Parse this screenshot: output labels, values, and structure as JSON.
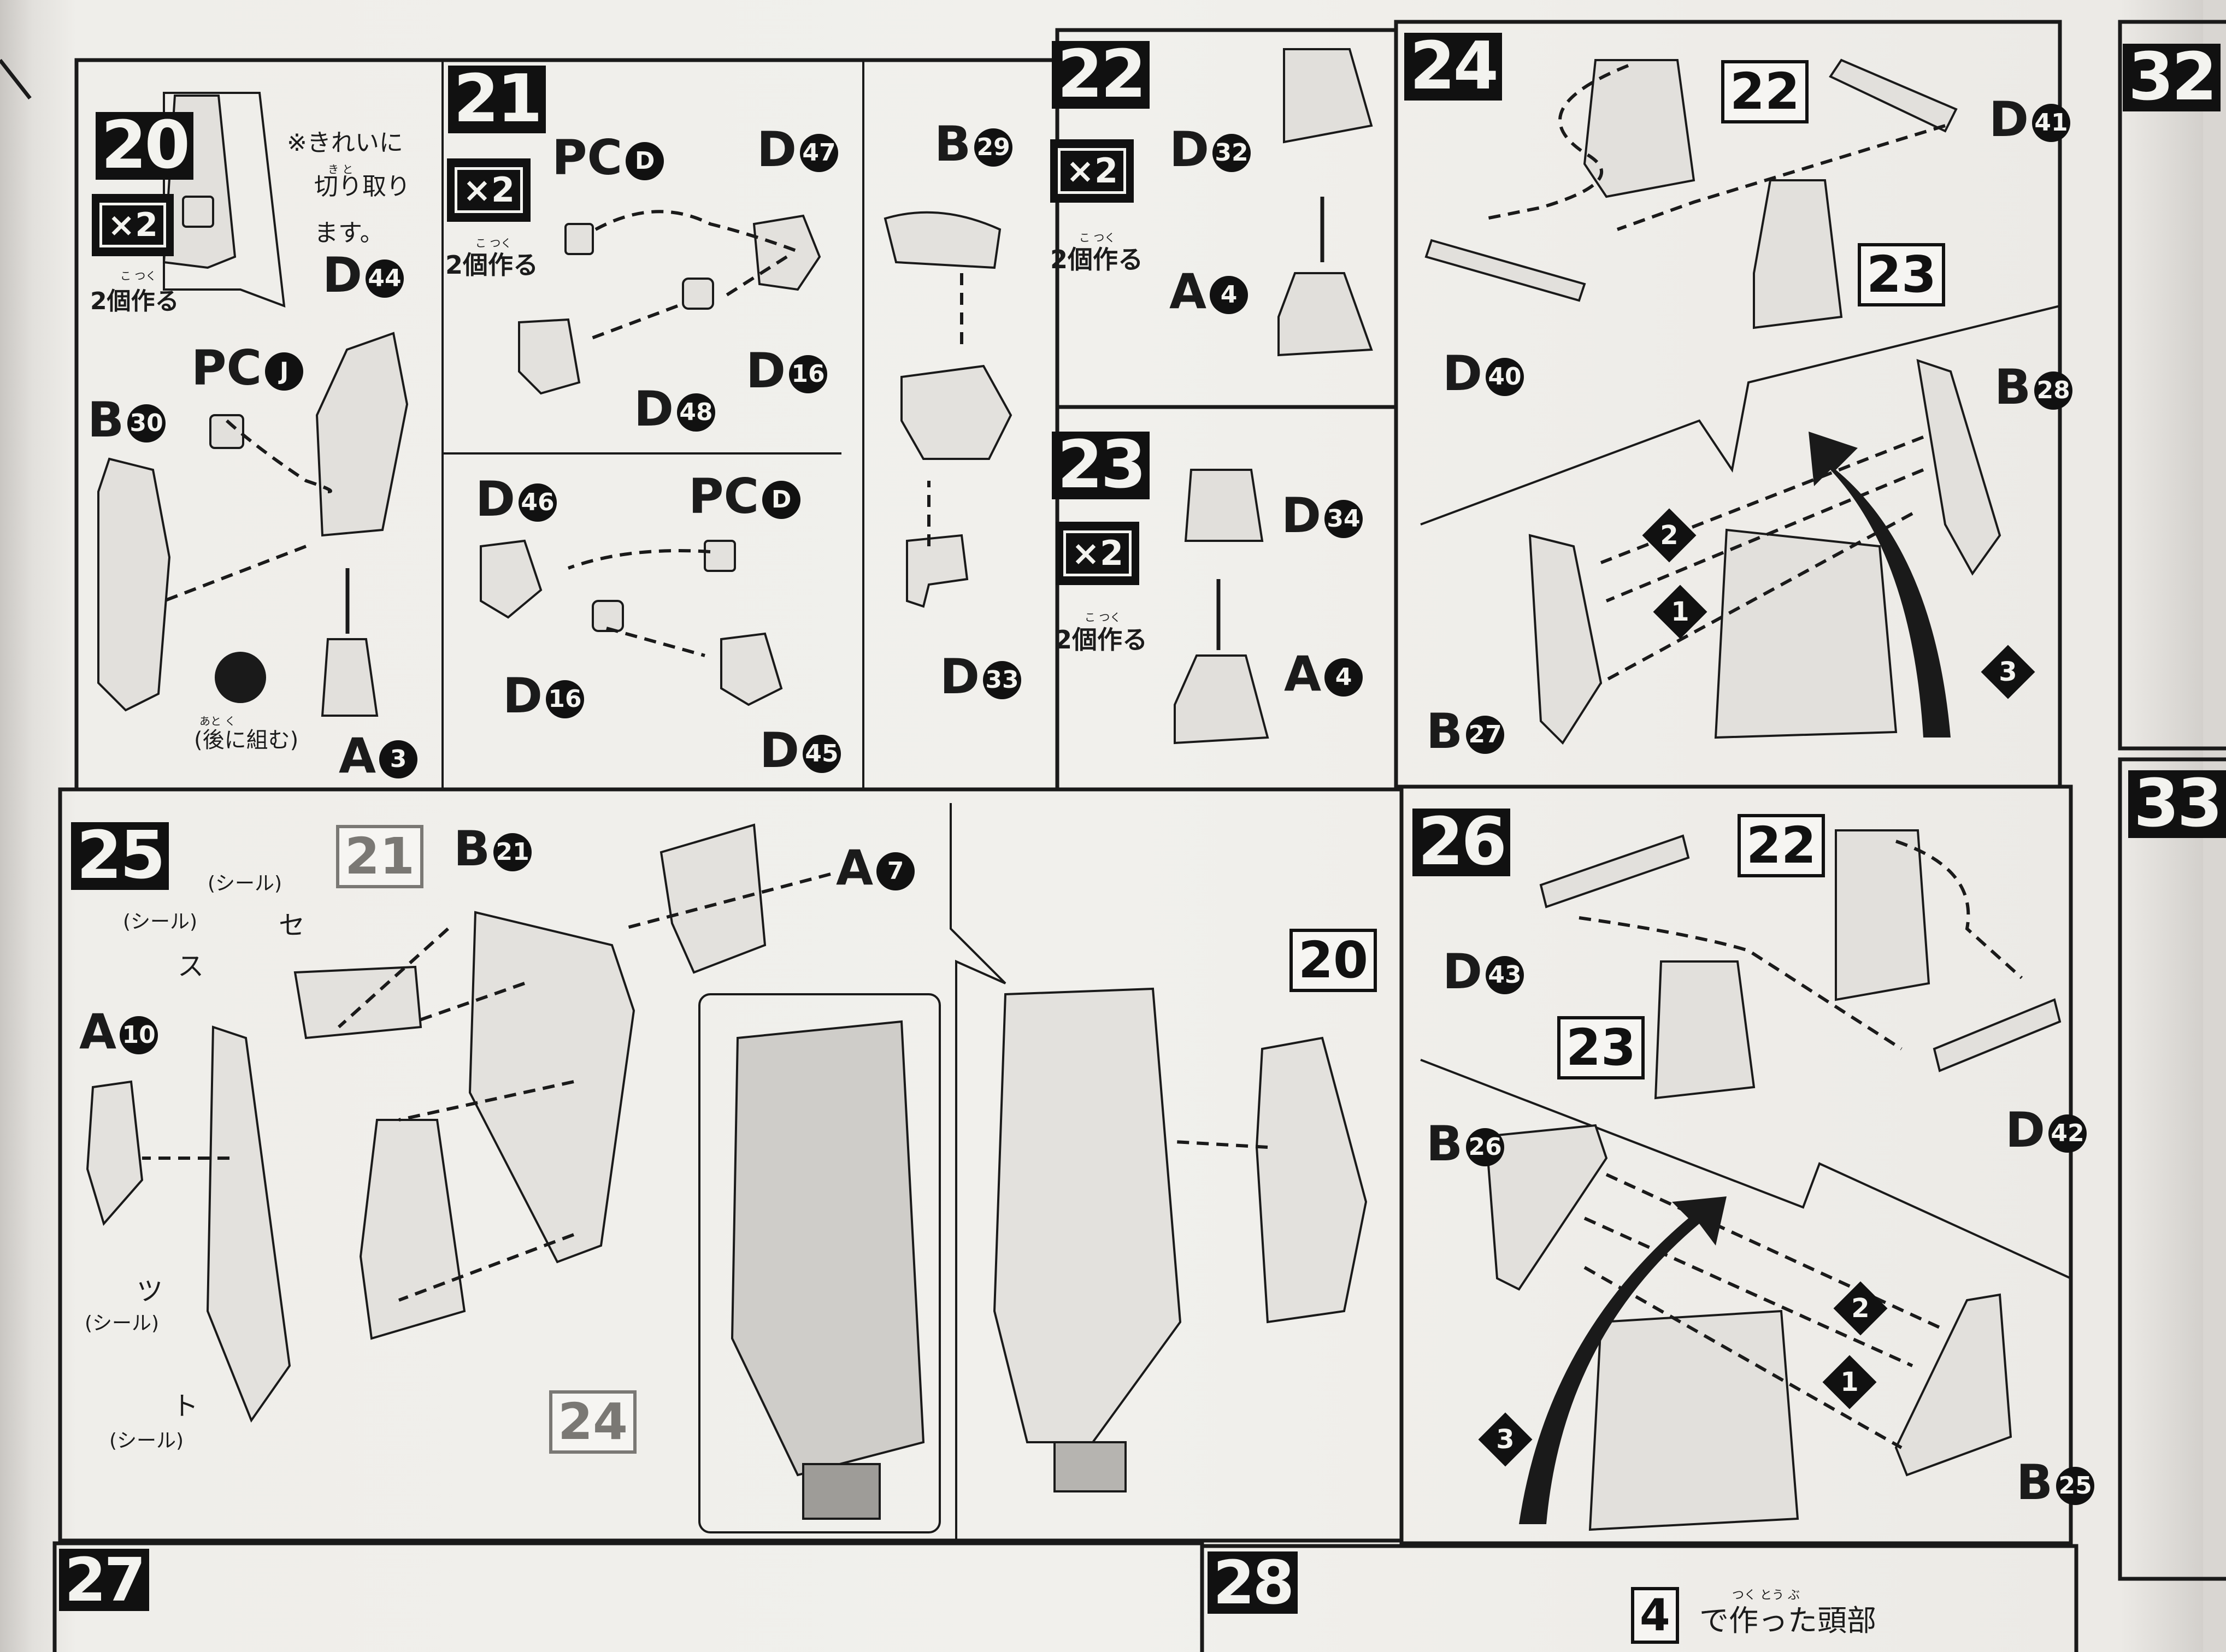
{
  "steps": {
    "s20": {
      "num": "20",
      "mult": "×2",
      "make": "2個作る",
      "ruby": "こ つく",
      "note1": "※きれいに",
      "note1_ruby": "き と",
      "note2": "切り取り",
      "note3": "ます。",
      "pc": "PC",
      "pc_letter": "J",
      "d": "D",
      "d_num": "44",
      "b": "B",
      "b_num": "30",
      "a": "A",
      "a_num": "3",
      "later": "(後に組む)",
      "later_ruby": "あと く"
    },
    "s21": {
      "num": "21",
      "mult": "×2",
      "make": "2個作る",
      "ruby": "こ つく",
      "pc1": "PC",
      "pc1_letter": "D",
      "d47": "47",
      "d16a": "16",
      "d48": "48",
      "d46": "46",
      "pc2": "PC",
      "pc2_letter": "D",
      "d16b": "16",
      "d45": "45",
      "b29": "29",
      "d33": "33",
      "d": "D",
      "b": "B"
    },
    "s22": {
      "num": "22",
      "mult": "×2",
      "make": "2個作る",
      "ruby": "こ つく",
      "d": "D",
      "d_num": "32",
      "a": "A",
      "a_num": "4"
    },
    "s23": {
      "num": "23",
      "mult": "×2",
      "make": "2個作る",
      "ruby": "こ つく",
      "d": "D",
      "d_num": "34",
      "a": "A",
      "a_num": "4"
    },
    "s24": {
      "num": "24",
      "ref22": "22",
      "ref23": "23",
      "d41": "41",
      "d40": "40",
      "b28": "28",
      "b27": "27",
      "d": "D",
      "b": "B",
      "seq1": "1",
      "seq2": "2",
      "seq3": "3"
    },
    "s25": {
      "num": "25",
      "ref21": "21",
      "ref20": "20",
      "ref24": "24",
      "b21": "21",
      "a7": "7",
      "a10": "10",
      "b": "B",
      "a": "A",
      "seal": "(シール)",
      "s_su": "ス",
      "s_se": "セ",
      "s_tsu": "ツ",
      "s_to": "ト"
    },
    "s26": {
      "num": "26",
      "ref22": "22",
      "ref23": "23",
      "d43": "43",
      "d42": "42",
      "b26": "26",
      "b25": "25",
      "d": "D",
      "b": "B",
      "seq1": "1",
      "seq2": "2",
      "seq3": "3"
    },
    "s27": {
      "num": "27"
    },
    "s28": {
      "num": "28",
      "ref4": "4",
      "caption": "で作った頭部",
      "caption_ruby": "つく とう ぶ"
    },
    "s32": {
      "num": "32"
    },
    "s33": {
      "num": "33"
    }
  }
}
